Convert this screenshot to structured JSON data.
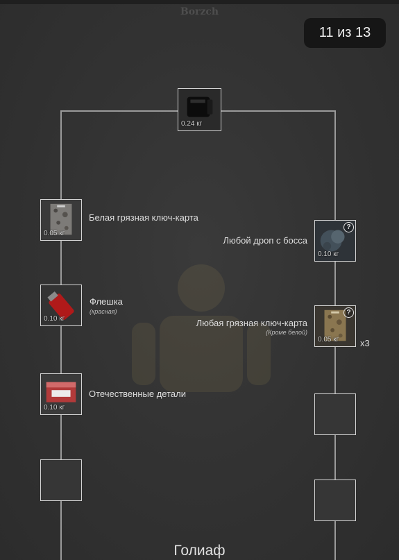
{
  "watermark": "Borzch",
  "counter": "11 из 13",
  "reward": {
    "weight": "0.24 кг",
    "icon": "backpack-icon"
  },
  "left_items": [
    {
      "label": "Белая грязная ключ-карта",
      "sublabel": "",
      "weight": "0.05 кг",
      "icon": "white-keycard-icon"
    },
    {
      "label": "Флешка",
      "sublabel": "(красная)",
      "weight": "0.10 кг",
      "icon": "red-flash-drive-icon"
    },
    {
      "label": "Отечественные детали",
      "sublabel": "",
      "weight": "0.10 кг",
      "icon": "domestic-parts-icon"
    }
  ],
  "right_items": [
    {
      "label": "Любой дроп с босса",
      "sublabel": "",
      "weight": "0.10 кг",
      "icon": "boss-drop-icon",
      "help": "?"
    },
    {
      "label": "Любая грязная ключ-карта",
      "sublabel": "(Кроме белой)",
      "weight": "0.05 кг",
      "icon": "dirty-keycard-icon",
      "help": "?",
      "multiplier": "x3"
    }
  ],
  "boss": "Голиаф",
  "colors": {
    "background": "#333333",
    "frame": "#9a9a9a",
    "slot_border": "#d4d4d4",
    "counter_bg": "#161616"
  }
}
